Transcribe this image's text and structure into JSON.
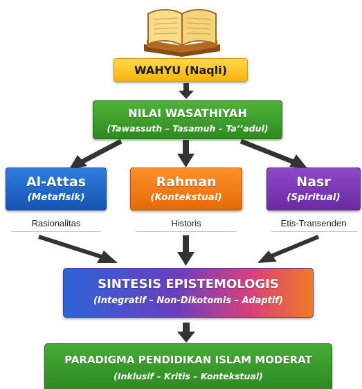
{
  "icon": "open-quran-book-icon",
  "colors": {
    "wahyu": "#f6c21c",
    "nilai": "#3e9e2c",
    "attas": "#1b66c9",
    "rahman": "#f07a14",
    "nasr": "#7a35b4",
    "arrow": "#333333",
    "paradigma": "#3a9a2a"
  },
  "wahyu": {
    "title": "WAHYU (Naqli)"
  },
  "nilai": {
    "title": "NILAI WASATHIYAH",
    "subtitle": "(Tawassuth – Tasamuh – Ta’’adul)"
  },
  "thinkers": [
    {
      "name": "Al-Attas",
      "focus": "(Metafisik)",
      "aspect": "Rasionalitas"
    },
    {
      "name": "Rahman",
      "focus": "(Kontekstual)",
      "aspect": "Historis"
    },
    {
      "name": "Nasr",
      "focus": "(Spiritual)",
      "aspect": "Etis-Transenden"
    }
  ],
  "sintesis": {
    "title": "SINTESIS EPISTEMOLOGIS",
    "subtitle": "(Integratif – Non-Dikotomis – Adaptif)"
  },
  "paradigma": {
    "title": "PARADIGMA PENDIDIKAN ISLAM MODERAT",
    "subtitle": "(Inklusif – Kritis – Kontekstual)"
  }
}
